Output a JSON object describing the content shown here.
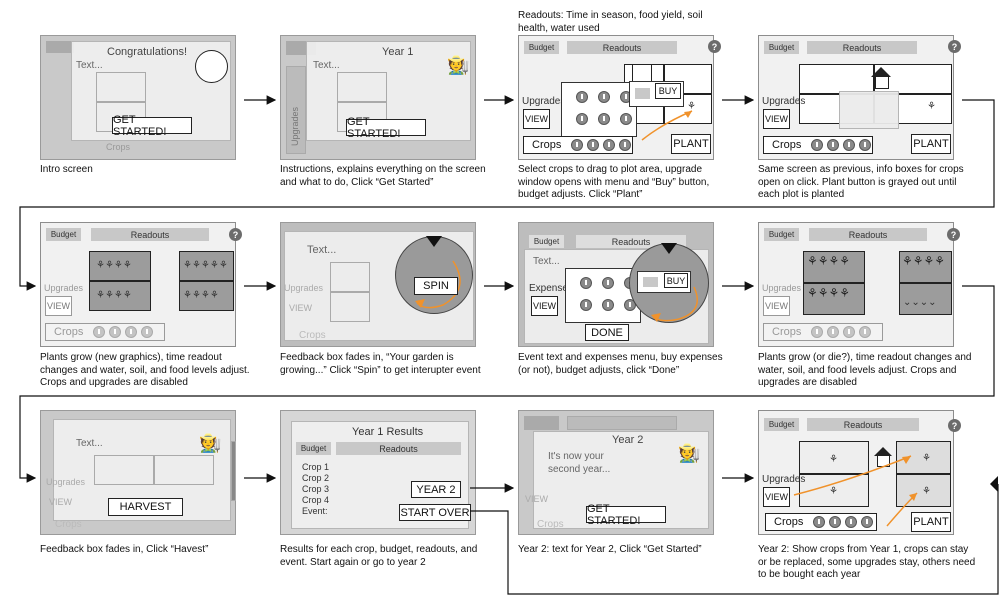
{
  "panels": {
    "p1": {
      "congrats": "Congratulations!",
      "text": "Text...",
      "button": "GET STARTED!",
      "crops_ghost": "Crops",
      "caption": "Intro screen"
    },
    "p2": {
      "title": "Year 1",
      "text": "Text...",
      "side": "Upgrades",
      "button": "GET STARTED!",
      "caption": "Instructions,  explains everything on the screen and what to do, Click “Get Started”"
    },
    "p3": {
      "header": "Readouts: Time in season, food yield, soil health, water used",
      "budget": "Budget",
      "readouts": "Readouts",
      "help": "?",
      "upgrades": "Upgrades",
      "view": "VIEW",
      "buy": "BUY",
      "crops": "Crops",
      "plant": "PLANT",
      "caption": "Select crops to drag to plot area, upgrade window opens with menu and “Buy” button, budget adjusts. Click “Plant”"
    },
    "p4": {
      "budget": "Budget",
      "readouts": "Readouts",
      "help": "?",
      "upgrades": "Upgrades",
      "view": "VIEW",
      "crops": "Crops",
      "plant": "PLANT",
      "caption": "Same screen as previous, info boxes for crops  open on click. Plant button is grayed out until each plot is planted"
    },
    "p5": {
      "budget": "Budget",
      "readouts": "Readouts",
      "help": "?",
      "upgrades": "Upgrades",
      "view": "VIEW",
      "crops": "Crops",
      "caption": "Plants grow (new graphics), time readout changes and water, soil, and food levels adjust. Crops and upgrades are disabled"
    },
    "p6": {
      "text": "Text...",
      "spin": "SPIN",
      "upgrades": "Upgrades",
      "view": "VIEW",
      "crops": "Crops",
      "caption": "Feedback box fades in, “Your garden is growing...” Click “Spin” to get interupter event"
    },
    "p7": {
      "budget": "Budget",
      "readouts": "Readouts",
      "text": "Text...",
      "expenses": "Expenses",
      "view": "VIEW",
      "buy": "BUY",
      "done": "DONE",
      "caption": "Event text and expenses menu, buy expenses (or not), budget adjusts, click “Done”"
    },
    "p8": {
      "budget": "Budget",
      "readouts": "Readouts",
      "help": "?",
      "upgrades": "Upgrades",
      "view": "VIEW",
      "crops": "Crops",
      "caption": "Plants grow (or die?), time readout changes and water, soil, and food levels adjust. Crops and upgrades are disabled"
    },
    "p9": {
      "text": "Text...",
      "upgrades": "Upgrades",
      "view": "VIEW",
      "crops": "Crops",
      "button": "HARVEST",
      "caption": "Feedback box fades in, Click  “Havest”"
    },
    "p10": {
      "title": "Year 1 Results",
      "budget": "Budget",
      "readouts": "Readouts",
      "rows": [
        "Crop 1",
        "Crop 2",
        "Crop 3",
        "Crop 4",
        "Event:"
      ],
      "year2": "YEAR 2",
      "startover": "START OVER",
      "caption": "Results for each crop, budget, readouts, and event. Start again or go to year 2"
    },
    "p11": {
      "title": "Year 2",
      "text": "It's now your second year...",
      "view": "VIEW",
      "crops": "Crops",
      "button": "GET STARTED!",
      "caption": "Year 2: text for Year 2, Click “Get Started”"
    },
    "p12": {
      "budget": "Budget",
      "readouts": "Readouts",
      "help": "?",
      "upgrades": "Upgrades",
      "view": "VIEW",
      "crops": "Crops",
      "plant": "PLANT",
      "caption": "Year 2: Show crops from Year 1, crops can stay or be replaced, some upgrades stay, others need to be bought each year"
    }
  },
  "colors": {
    "accent": "#f0922b",
    "panel_gray": "#c9c9c9",
    "overlay": "#f0f0f0",
    "dark_plot": "#9c9c9c"
  },
  "icons": {
    "flow_arrow": "arrow-right-icon",
    "help": "question-circle-icon",
    "farmer": "farmer-icon",
    "barn": "house-icon",
    "crop": "sprout-icon",
    "plant_grown": "tulip-icon"
  }
}
